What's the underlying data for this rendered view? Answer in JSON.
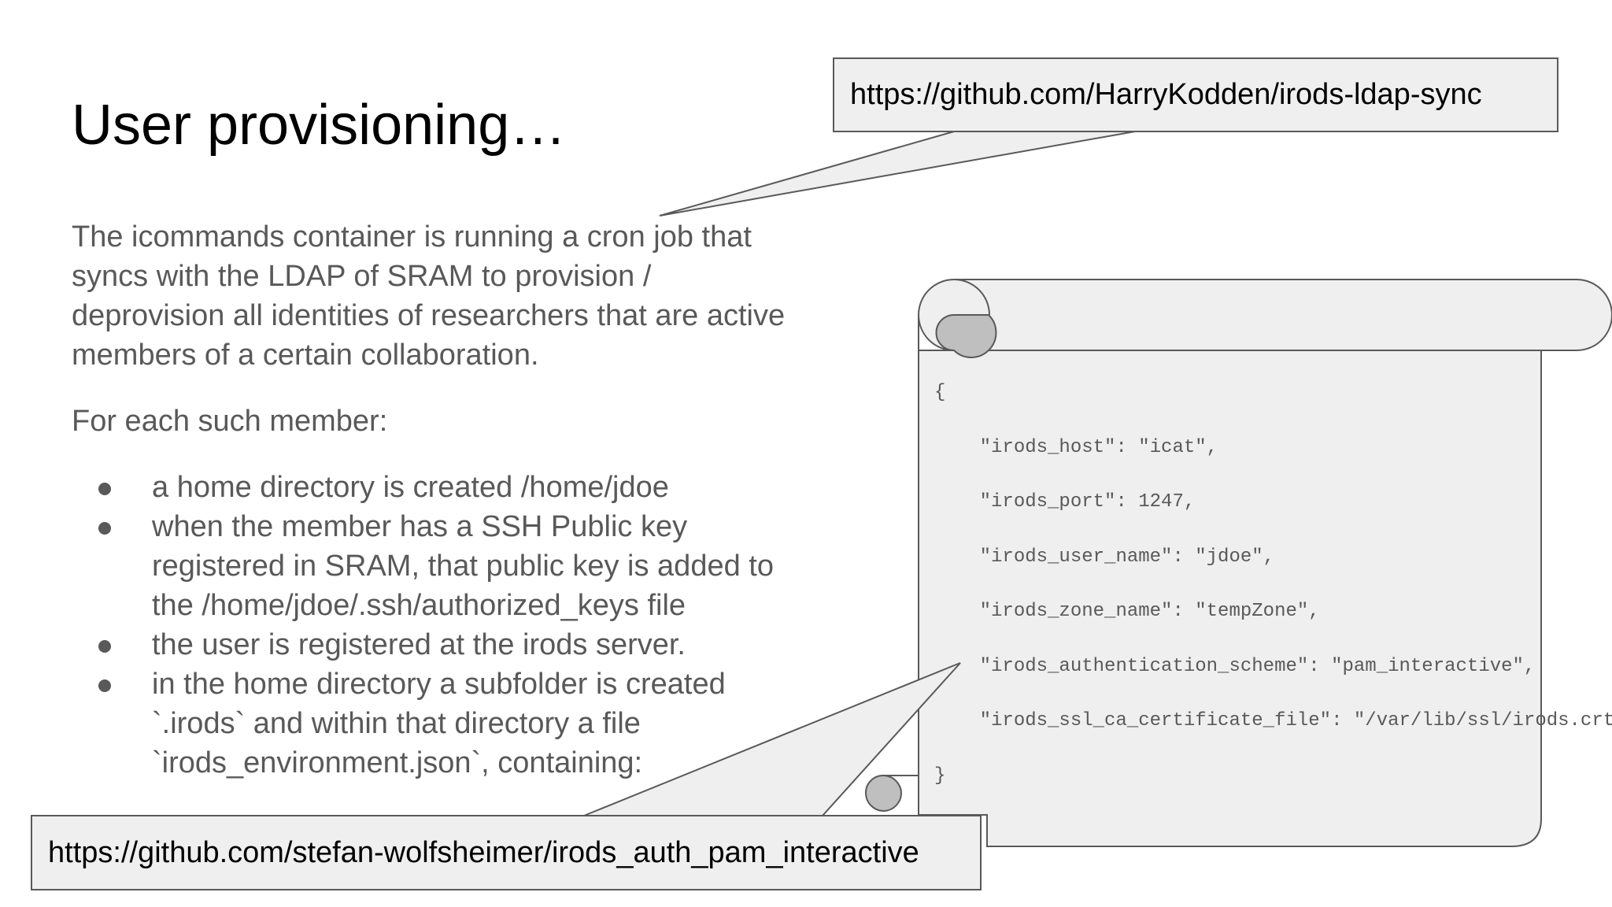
{
  "slide": {
    "title": "User provisioning…",
    "intro": "The icommands container is running a cron job that syncs with the LDAP of SRAM to provision / deprovision all identities of researchers that are active members of a certain collaboration.",
    "for_each": "For each such member:",
    "bullets": [
      "a home directory is created /home/jdoe",
      "when the member has a SSH Public key registered in SRAM, that public key is added to the /home/jdoe/.ssh/authorized_keys file",
      "the user is registered at the irods server.",
      "in the home directory a subfolder is created `.irods` and within that directory a file `irods_environment.json`, containing:"
    ]
  },
  "callouts": {
    "top_url": "https://github.com/HarryKodden/irods-ldap-sync",
    "bottom_url": "https://github.com/stefan-wolfsheimer/irods_auth_pam_interactive"
  },
  "scroll": {
    "code_lines": [
      "{",
      "    \"irods_host\": \"icat\",",
      "    \"irods_port\": 1247,",
      "    \"irods_user_name\": \"jdoe\",",
      "    \"irods_zone_name\": \"tempZone\",",
      "    \"irods_authentication_scheme\": \"pam_interactive\",",
      "    \"irods_ssl_ca_certificate_file\": \"/var/lib/ssl/irods.crt\"",
      "}"
    ]
  },
  "colors": {
    "body_text": "#595959",
    "title_text": "#000000",
    "shape_fill": "#efefef",
    "shape_stroke": "#595959",
    "curl_fill": "#bfbfbf"
  }
}
